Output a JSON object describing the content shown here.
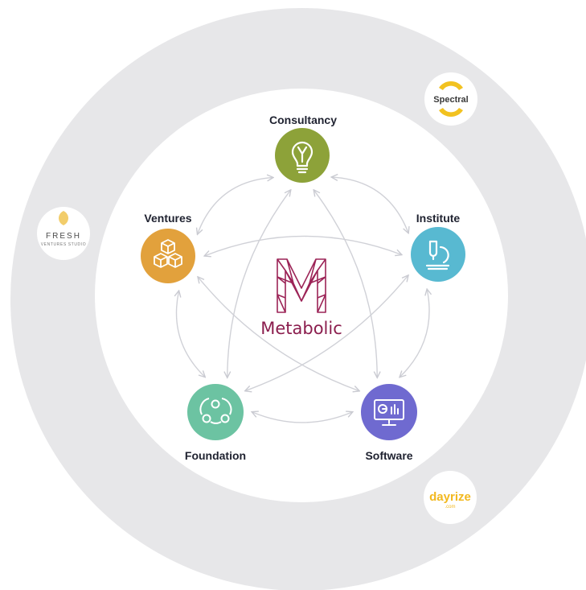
{
  "center": {
    "name": "Metabolic",
    "logo_letter": "M",
    "color": "#9c2457"
  },
  "nodes": [
    {
      "id": "consultancy",
      "label": "Consultancy",
      "icon": "lightbulb-icon",
      "color": "#8da239"
    },
    {
      "id": "institute",
      "label": "Institute",
      "icon": "microscope-icon",
      "color": "#58b9d1"
    },
    {
      "id": "software",
      "label": "Software",
      "icon": "dashboard-monitor-icon",
      "color": "#6f6ad0"
    },
    {
      "id": "foundation",
      "label": "Foundation",
      "icon": "network-nodes-icon",
      "color": "#6cc3a2"
    },
    {
      "id": "ventures",
      "label": "Ventures",
      "icon": "cubes-icon",
      "color": "#e2a13c"
    }
  ],
  "partners": [
    {
      "id": "spectral",
      "name": "Spectral",
      "color": "#f2c220"
    },
    {
      "id": "fresh",
      "name": "FRESH",
      "tagline": "VENTURES STUDIO",
      "color": "#f2cd6b"
    },
    {
      "id": "dayrize",
      "name": "dayrize",
      "suffix": ".com",
      "color": "#f2b81e"
    }
  ],
  "colors": {
    "outer_ring": "#e7e7e9",
    "arrows": "#cfd0d6",
    "label": "#1f2230"
  }
}
